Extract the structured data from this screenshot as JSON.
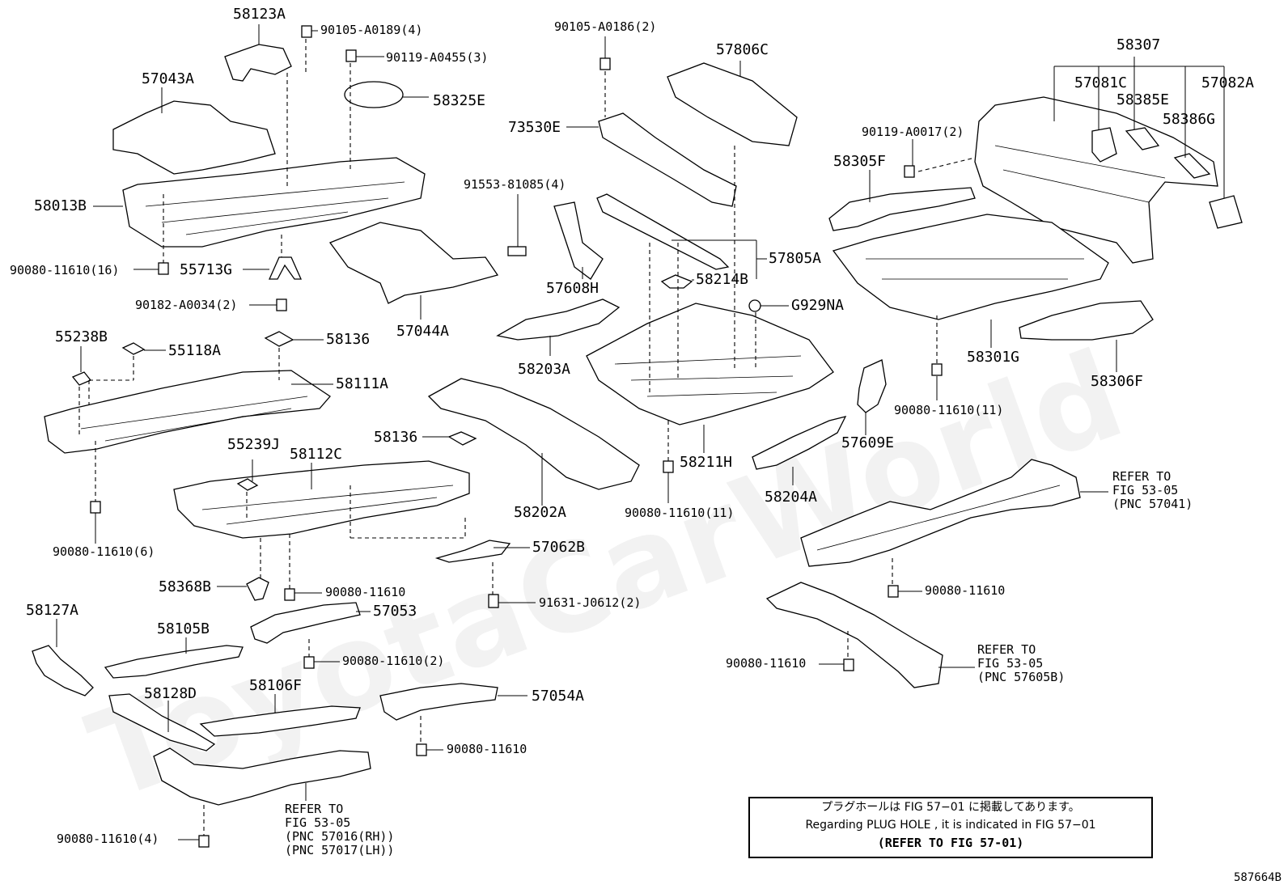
{
  "watermark": "ToyotaCarWorld",
  "figure_id": "587664B",
  "note": {
    "line_jp": "プラグホールは FIG 57−01 に掲載してあります。",
    "line_en": "Regarding  PLUG  HOLE , it is indicated in  FIG  57−01",
    "line_ref": "(REFER TO FIG 57-01)"
  },
  "labels": {
    "p58123A": "58123A",
    "f90105A0189": "90105-A0189(4)",
    "f90119A0455": "90119-A0455(3)",
    "p57043A": "57043A",
    "p58325E": "58325E",
    "p58013B": "58013B",
    "f90080_11610_16": "90080-11610(16)",
    "p55713G": "55713G",
    "f90182A0034": "90182-A0034(2)",
    "p57044A": "57044A",
    "f90105A0186": "90105-A0186(2)",
    "p57806C": "57806C",
    "p73530E": "73530E",
    "f91553_81085": "91553-81085(4)",
    "p57608H": "57608H",
    "p57805A": "57805A",
    "p58214B": "58214B",
    "pG929NA": "G929NA",
    "p58203A": "58203A",
    "p58307": "58307",
    "p57081C": "57081C",
    "p57082A": "57082A",
    "p58385E": "58385E",
    "p58386G": "58386G",
    "f90119A0017": "90119-A0017(2)",
    "p58305F": "58305F",
    "p58301G": "58301G",
    "p58306F": "58306F",
    "f90080_11610_11a": "90080-11610(11)",
    "p55238B": "55238B",
    "p55118A": "55118A",
    "p58136a": "58136",
    "p58111A": "58111A",
    "p58136b": "58136",
    "p55239J": "55239J",
    "p58112C": "58112C",
    "p58202A": "58202A",
    "p58211H": "58211H",
    "f90080_11610_11b": "90080-11610(11)",
    "p57609E": "57609E",
    "p58204A": "58204A",
    "f90080_11610_6": "90080-11610(6)",
    "p57062B": "57062B",
    "p58368B": "58368B",
    "f90080_11610a": "90080-11610",
    "f91631_J0612": "91631-J0612(2)",
    "p58127A": "58127A",
    "p58105B": "58105B",
    "p57053": "57053",
    "f90080_11610_2": "90080-11610(2)",
    "p58128D": "58128D",
    "p58106F": "58106F",
    "p57054A": "57054A",
    "f90080_11610b": "90080-11610",
    "f90080_11610_4": "90080-11610(4)",
    "f90080_11610c": "90080-11610",
    "f90080_11610d": "90080-11610"
  },
  "references": {
    "ref1": [
      "REFER TO",
      "FIG 53-05",
      "(PNC 57041)"
    ],
    "ref2": [
      "REFER TO",
      "FIG 53-05",
      "(PNC 57605B)"
    ],
    "ref3": [
      "REFER TO",
      "FIG 53-05",
      "(PNC 57016(RH))",
      "(PNC 57017(LH))"
    ]
  }
}
